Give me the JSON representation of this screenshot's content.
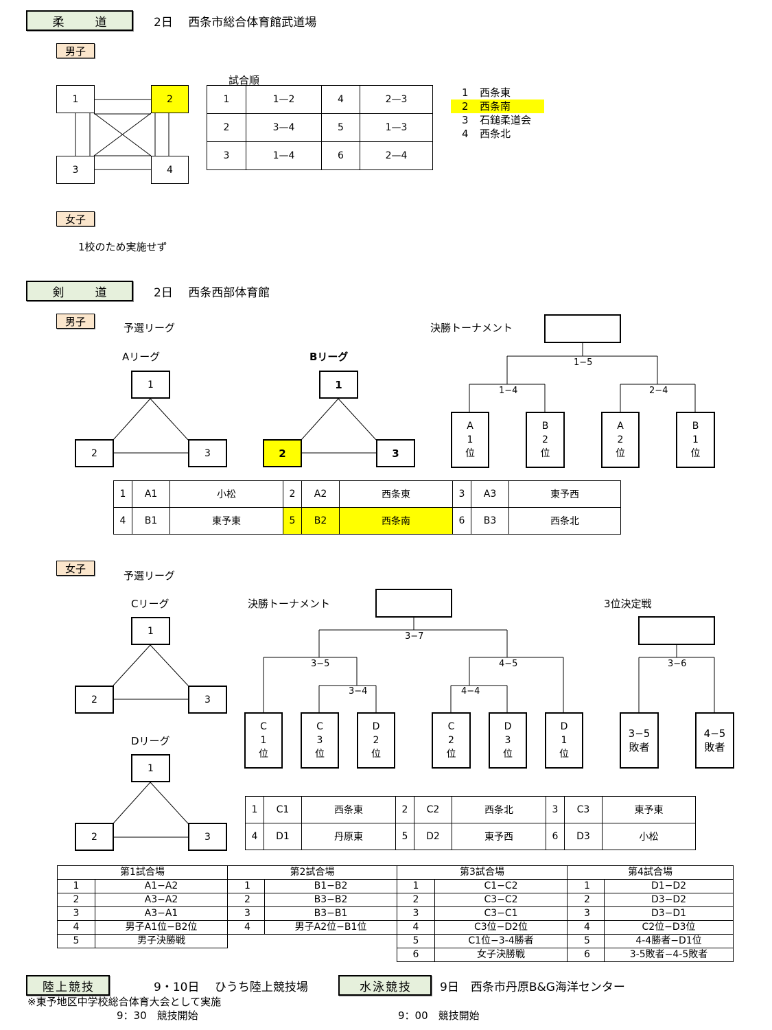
{
  "judo": {
    "label": "柔　道",
    "info": "2日　 西条市総合体育館武道場",
    "boys_label": "男子",
    "girls_label": "女子",
    "nodes": [
      "1",
      "2",
      "3",
      "4"
    ],
    "order_title": "試合順",
    "order": [
      [
        "1",
        "1—2",
        "4",
        "2—3"
      ],
      [
        "2",
        "3—4",
        "5",
        "1—3"
      ],
      [
        "3",
        "1—4",
        "6",
        "2—4"
      ]
    ],
    "teams": [
      {
        "num": "1",
        "name": "西条東"
      },
      {
        "num": "2",
        "name": "西条南"
      },
      {
        "num": "3",
        "name": "石鎚柔道会"
      },
      {
        "num": "4",
        "name": "西条北"
      }
    ],
    "girls_note": "1校のため実施せず"
  },
  "kendo": {
    "label": "剣　道",
    "info": "2日　 西条西部体育館",
    "boys_label": "男子",
    "girls_label": "女子",
    "boys": {
      "prelim_title": "予選リーグ",
      "league_a": "Aリーグ",
      "league_b": "Bリーグ",
      "final_title": "決勝トーナメント",
      "match_final": "1−5",
      "match_left": "1−4",
      "match_right": "2−4",
      "seeds": [
        [
          "A",
          "1",
          "位"
        ],
        [
          "B",
          "2",
          "位"
        ],
        [
          "A",
          "2",
          "位"
        ],
        [
          "B",
          "1",
          "位"
        ]
      ],
      "teams": [
        [
          "1",
          "A1",
          "小松",
          "2",
          "A2",
          "西条東",
          "3",
          "A3",
          "東予西"
        ],
        [
          "4",
          "B1",
          "東予東",
          "5",
          "B2",
          "西条南",
          "6",
          "B3",
          "西条北"
        ]
      ]
    },
    "girls": {
      "prelim_title": "予選リーグ",
      "league_c": "Cリーグ",
      "league_d": "Dリーグ",
      "final_title": "決勝トーナメント",
      "third_title": "3位決定戦",
      "match_final": "3−7",
      "match_left": "3−5",
      "match_left_inner": "3−4",
      "match_right": "4−5",
      "match_right_inner": "4−4",
      "match_third": "3−6",
      "seeds": [
        [
          "C",
          "1",
          "位"
        ],
        [
          "C",
          "3",
          "位"
        ],
        [
          "D",
          "2",
          "位"
        ],
        [
          "C",
          "2",
          "位"
        ],
        [
          "D",
          "3",
          "位"
        ],
        [
          "D",
          "1",
          "位"
        ]
      ],
      "third_seeds": [
        [
          "3−5",
          "敗者"
        ],
        [
          "4−5",
          "敗者"
        ]
      ],
      "teams": [
        [
          "1",
          "C1",
          "西条東",
          "2",
          "C2",
          "西条北",
          "3",
          "C3",
          "東予東"
        ],
        [
          "4",
          "D1",
          "丹原東",
          "5",
          "D2",
          "東予西",
          "6",
          "D3",
          "小松"
        ]
      ]
    }
  },
  "schedule": {
    "headers": [
      "第1試合場",
      "第2試合場",
      "第3試合場",
      "第4試合場"
    ],
    "rows": [
      [
        "1",
        "A1−A2",
        "1",
        "B1−B2",
        "1",
        "C1−C2",
        "1",
        "D1−D2"
      ],
      [
        "2",
        "A3−A2",
        "2",
        "B3−B2",
        "2",
        "C3−C2",
        "2",
        "D3−D2"
      ],
      [
        "3",
        "A3−A1",
        "3",
        "B3−B1",
        "3",
        "C3−C1",
        "3",
        "D3−D1"
      ],
      [
        "4",
        "男子A1位−B2位",
        "4",
        "男子A2位−B1位",
        "4",
        "C3位−D2位",
        "4",
        "C2位−D3位"
      ],
      [
        "5",
        "男子決勝戦",
        "",
        "",
        "5",
        "C1位−3-4勝者",
        "5",
        "4-4勝者−D1位"
      ],
      [
        "",
        "",
        "",
        "",
        "6",
        "女子決勝戦",
        "6",
        "3-5敗者−4-5敗者"
      ]
    ]
  },
  "athletics": {
    "label": "陸上競技",
    "info": "9・10日　 ひうち陸上競技場",
    "note": "※東予地区中学校総合体育大会として実施",
    "start": "9：30　競技開始"
  },
  "swimming": {
    "label": "水泳競技",
    "info": "9日　西条市丹原B&G海洋センター",
    "start": "9：00　競技開始"
  },
  "colors": {
    "highlight": "#ffff00",
    "section_bg": "#e6f0dc",
    "sub_bg": "#fbe6cc"
  }
}
